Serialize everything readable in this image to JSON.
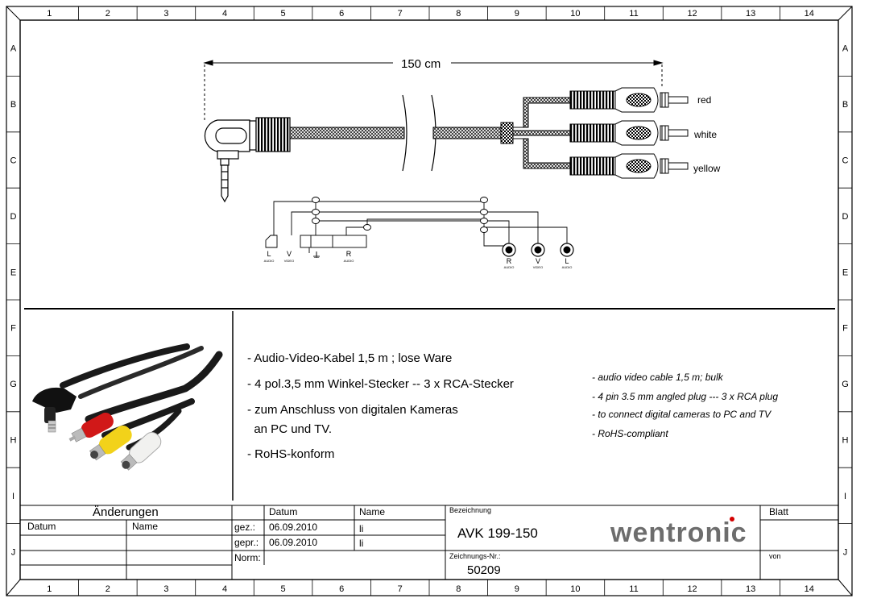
{
  "frame": {
    "columns": [
      "1",
      "2",
      "3",
      "4",
      "5",
      "6",
      "7",
      "8",
      "9",
      "10",
      "11",
      "12",
      "13",
      "14"
    ],
    "rows": [
      "A",
      "B",
      "C",
      "D",
      "E",
      "F",
      "G",
      "H",
      "I",
      "J"
    ]
  },
  "drawing": {
    "dimension": "150 cm",
    "plugs": [
      {
        "label": "red"
      },
      {
        "label": "white"
      },
      {
        "label": "yellow"
      }
    ],
    "schematic": {
      "left_labels": [
        {
          "main": "L",
          "sub": "AUDIO"
        },
        {
          "main": "V",
          "sub": "VIDEO"
        },
        {
          "main": "⊥",
          "sub": ""
        },
        {
          "main": "R",
          "sub": "AUDIO"
        }
      ],
      "right_labels": [
        {
          "main": "R",
          "sub": "AUDIO"
        },
        {
          "main": "V",
          "sub": "VIDEO"
        },
        {
          "main": "L",
          "sub": "AUDIO"
        }
      ]
    },
    "colors": {
      "red_plug": "#d11818",
      "yellow_plug": "#f2d21a",
      "white_plug": "#f1f1ef",
      "cable": "#1a1a1a"
    }
  },
  "description": {
    "de": [
      "- Audio-Video-Kabel 1,5 m ; lose Ware",
      "- 4 pol.3,5 mm Winkel-Stecker -- 3 x RCA-Stecker",
      "- zum Anschluss von digitalen Kameras",
      "  an PC und TV.",
      "- RoHS-konform"
    ],
    "en": [
      "- audio video cable 1,5 m; bulk",
      "- 4 pin 3.5 mm angled plug --- 3 x RCA plug",
      "- to connect digital cameras to PC and TV",
      "- RoHS-compliant"
    ]
  },
  "title_block": {
    "changes_header": "Änderungen",
    "changes_date": "Datum",
    "changes_name": "Name",
    "col_datum": "Datum",
    "col_name": "Name",
    "gez_label": "gez.:",
    "gez_date": "06.09.2010",
    "gez_name": "li",
    "gepr_label": "gepr.:",
    "gepr_date": "06.09.2010",
    "gepr_name": "li",
    "norm_label": "Norm:",
    "bezeichnung_label": "Bezeichnung",
    "bezeichnung": "AVK 199-150",
    "zeichnungsnr_label": "Zeichnungs-Nr.:",
    "zeichnungsnr": "50209",
    "blatt_label": "Blatt",
    "von_label": "von",
    "logo": "wentronic"
  }
}
